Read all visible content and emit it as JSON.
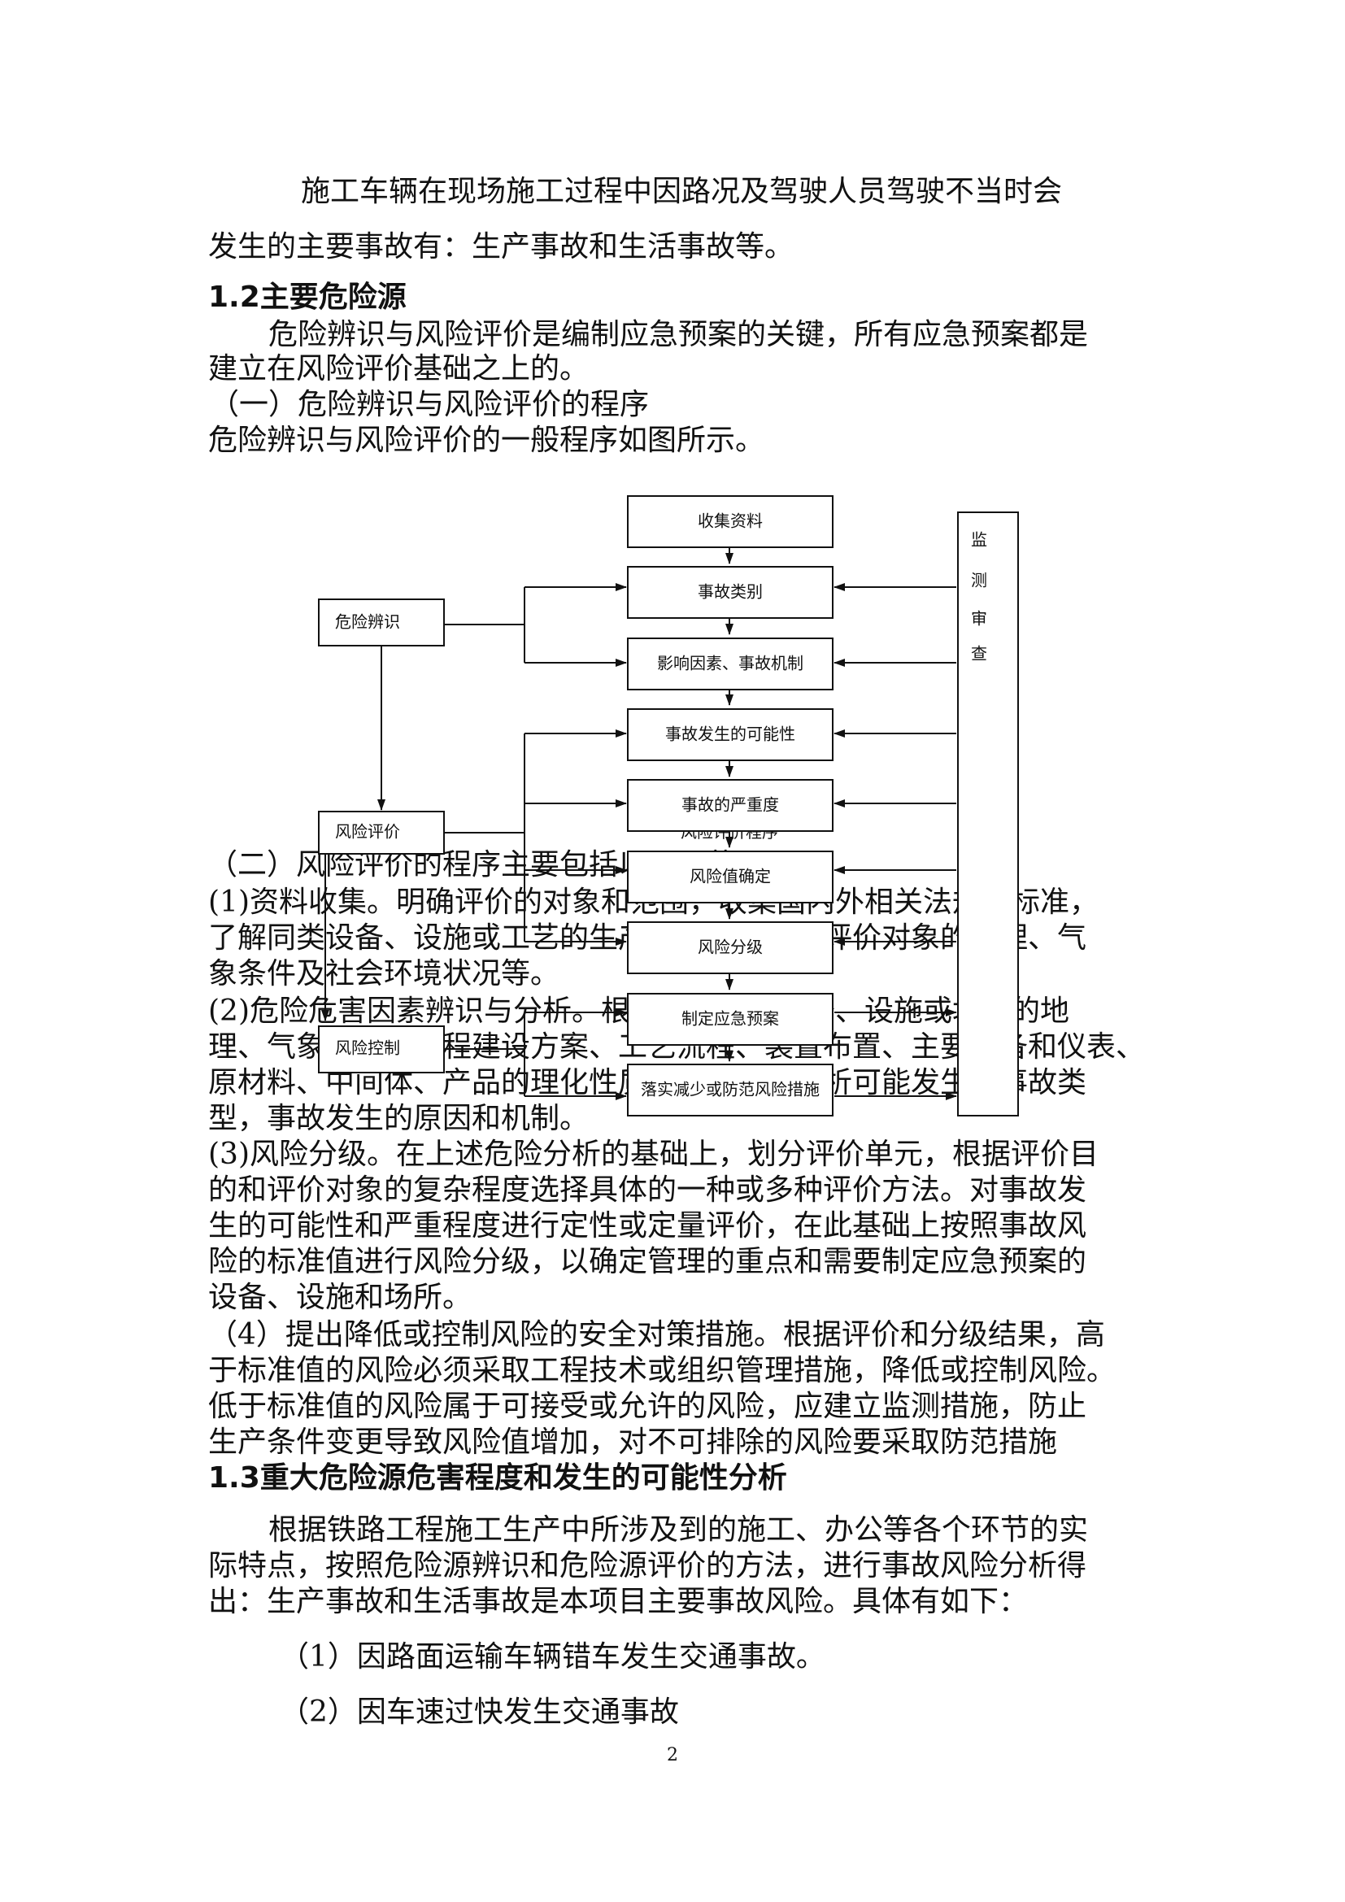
{
  "lines": {
    "l01": "施工车辆在现场施工过程中因路况及驾驶人员驾驶不当时会",
    "l02": "发生的主要事故有：生产事故和生活事故等。",
    "h12": "1.2主要危险源",
    "l03": "危险辨识与风险评价是编制应急预案的关键，所有应急预案都是",
    "l04": "建立在风险评价基础之上的。",
    "l05": "（一）危险辨识与风险评价的程序",
    "l06": "危险辨识与风险评价的一般程序如图所示。",
    "l07": "（二）风险评价的程序主要包括以下环节：",
    "l08": "(1)资料收集。明确评价的对象和范围，收集国内外相关法规和标准，",
    "l09": "了解同类设备、设施或工艺的生产和事故情况，评价对象的地理、气",
    "l10": "象条件及社会环境状况等。",
    "l11": "(2)危险危害因素辨识与分析。根据所评价的设备、设施或场所的地",
    "l12": "理、气象条件、工程建设方案、工艺流程、装置布置、主要设备和仪表、",
    "l13": "原材料、中间体、产品的理化性质等，辨识和分析可能发生的事故类",
    "l14": "型，事故发生的原因和机制。",
    "l15": "(3)风险分级。在上述危险分析的基础上，划分评价单元，根据评价目",
    "l16": "的和评价对象的复杂程度选择具体的一种或多种评价方法。对事故发",
    "l17": "生的可能性和严重程度进行定性或定量评价，在此基础上按照事故风",
    "l18": "险的标准值进行风险分级，以确定管理的重点和需要制定应急预案的",
    "l19": "设备、设施和场所。",
    "l20": "（4）提出降低或控制风险的安全对策措施。根据评价和分级结果，高",
    "l21": "于标准值的风险必须采取工程技术或组织管理措施，降低或控制风险。",
    "l22": "低于标准值的风险属于可接受或允许的风险，应建立监测措施，防止",
    "l23": "生产条件变更导致风险值增加，对不可排除的风险要采取防范措施",
    "h13": "1.3重大危险源危害程度和发生的可能性分析",
    "l24": "根据铁路工程施工生产中所涉及到的施工、办公等各个环节的实",
    "l25": "际特点，按照危险源辨识和危险源评价的方法，进行事故风险分析得",
    "l26": "出：生产事故和生活事故是本项目主要事故风险。具体有如下：",
    "l27": "（1）因路面运输车辆错车发生交通事故。",
    "l28": "（2）因车速过快发生交通事故"
  },
  "diagram": {
    "steps": [
      "收集资料",
      "事故类别",
      "影响因素、事故机制",
      "事故发生的可能性",
      "事故的严重度",
      "风险值确定",
      "风险分级",
      "制定应急预案",
      "落实减少或防范风险措施"
    ],
    "left_boxes": {
      "identify": "危险辨识",
      "evaluate": "风险评价",
      "control": "风险控制"
    },
    "monitor": [
      "监",
      "测",
      "审",
      "查"
    ],
    "caption": "风险评价程序"
  },
  "page_number": "2"
}
